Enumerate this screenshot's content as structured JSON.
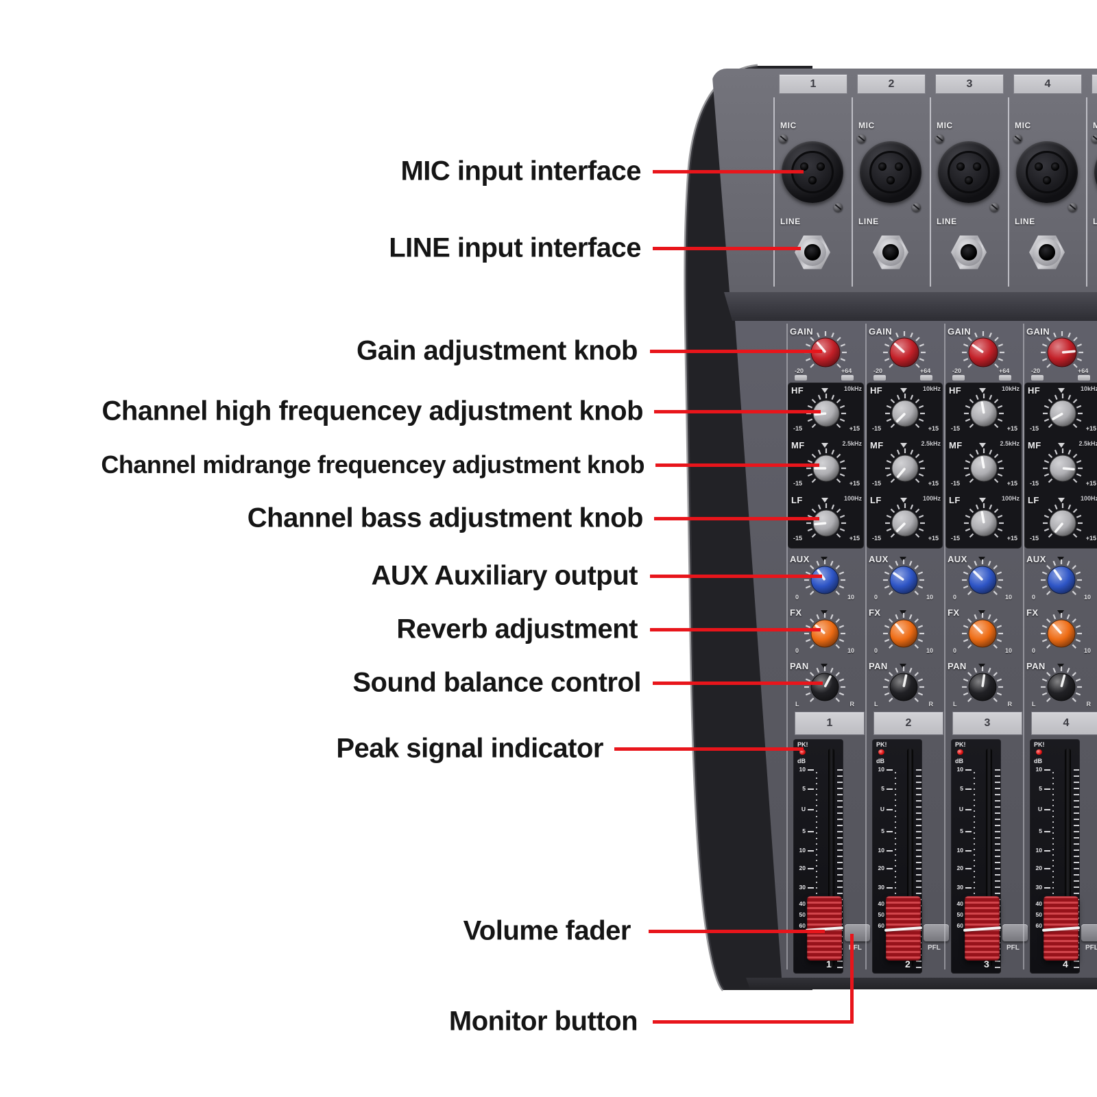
{
  "annotations": [
    {
      "id": "mic-input",
      "label": "MIC input interface"
    },
    {
      "id": "line-input",
      "label": "LINE input interface"
    },
    {
      "id": "gain",
      "label": "Gain adjustment knob"
    },
    {
      "id": "hf",
      "label": "Channel high frequencey adjustment knob"
    },
    {
      "id": "mf",
      "label": "Channel midrange frequencey adjustment knob"
    },
    {
      "id": "lf",
      "label": "Channel bass adjustment knob"
    },
    {
      "id": "aux",
      "label": "AUX Auxiliary output"
    },
    {
      "id": "fx",
      "label": "Reverb adjustment"
    },
    {
      "id": "pan",
      "label": "Sound balance control"
    },
    {
      "id": "peak",
      "label": "Peak signal indicator"
    },
    {
      "id": "fader",
      "label": "Volume fader"
    },
    {
      "id": "monitor",
      "label": "Monitor button"
    }
  ],
  "mixer": {
    "channel_numbers": [
      "1",
      "2",
      "3",
      "4"
    ],
    "input_panel": {
      "mic_label": "MIC",
      "line_label": "LINE"
    },
    "knob_rows": [
      {
        "id": "gain",
        "label": "GAIN",
        "freq": "",
        "min": "-20",
        "max": "+64",
        "color": "#c32028",
        "pointer_deg": [
          -40,
          -48,
          -55,
          85
        ]
      },
      {
        "id": "hf",
        "label": "HF",
        "freq": "10kHz",
        "min": "-15",
        "max": "+15",
        "color": "#aeaeb2",
        "pointer_deg": [
          -95,
          -135,
          -10,
          -120
        ]
      },
      {
        "id": "mf",
        "label": "MF",
        "freq": "2.5kHz",
        "min": "-15",
        "max": "+15",
        "color": "#aeaeb2",
        "pointer_deg": [
          -90,
          -140,
          -10,
          95
        ]
      },
      {
        "id": "lf",
        "label": "LF",
        "freq": "100Hz",
        "min": "-15",
        "max": "+15",
        "color": "#aeaeb2",
        "pointer_deg": [
          -95,
          -135,
          -10,
          -140
        ]
      },
      {
        "id": "aux",
        "label": "AUX",
        "freq": "",
        "min": "0",
        "max": "10",
        "color": "#2e55c6",
        "pointer_deg": [
          -35,
          -55,
          -45,
          -35
        ]
      },
      {
        "id": "fx",
        "label": "FX",
        "freq": "",
        "min": "0",
        "max": "10",
        "color": "#ee6c14",
        "pointer_deg": [
          -48,
          -40,
          -45,
          -42
        ]
      },
      {
        "id": "pan",
        "label": "PAN",
        "freq": "",
        "min": "L",
        "max": "R",
        "color": "#212125",
        "pointer_deg": [
          28,
          12,
          8,
          15
        ]
      }
    ],
    "fader_section": {
      "peak_label": "PK!",
      "db_label": "dB",
      "scale": [
        "10",
        "5",
        "U",
        "5",
        "10",
        "20",
        "30",
        "40",
        "50",
        "60"
      ],
      "pfl_label": "PFL"
    }
  },
  "colors": {
    "annotation_line": "#e8151b"
  }
}
